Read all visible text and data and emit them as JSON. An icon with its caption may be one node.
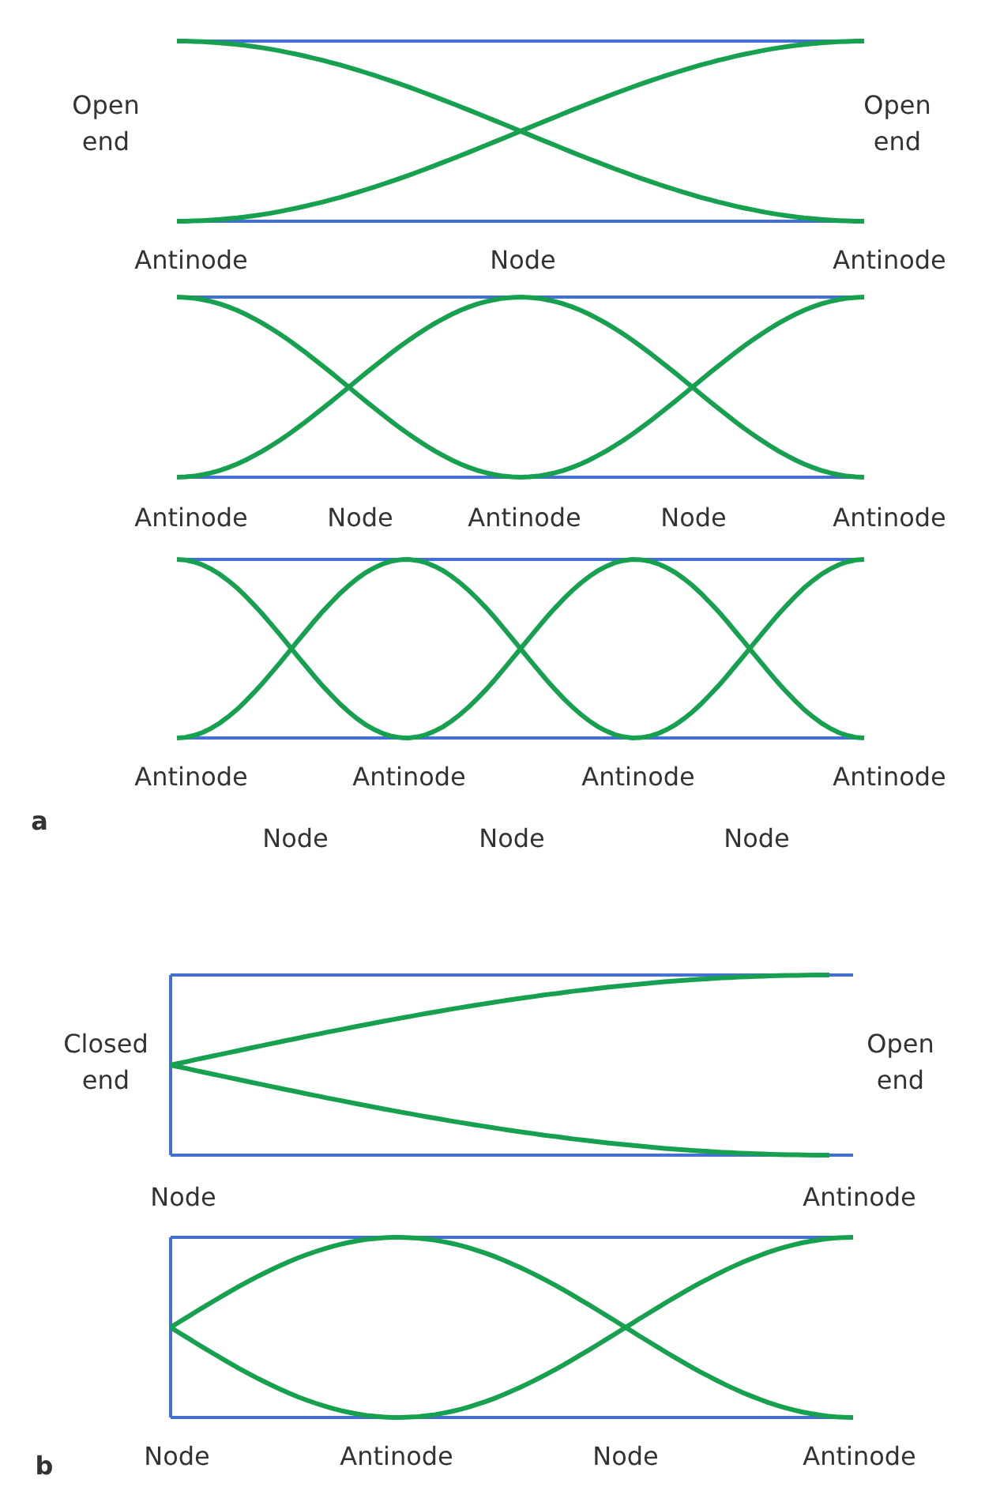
{
  "diagram": {
    "labels": [
      "Open end",
      "Open end",
      "Antinode",
      "Node",
      "Antinode",
      "Antinode",
      "Node",
      "Antinode",
      "Node",
      "Antinode",
      "Antinode",
      "Antinode",
      "Antinode",
      "Antinode",
      "a",
      "Node",
      "Node",
      "Node",
      "Closed end",
      "Open end",
      "Node",
      "Antinode",
      "Node",
      "Antinode",
      "Node",
      "Antinode",
      "b"
    ]
  }
}
